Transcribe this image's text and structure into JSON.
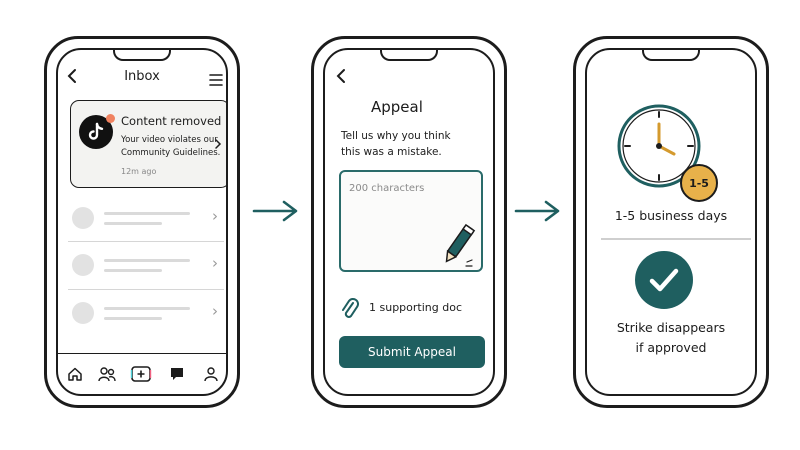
{
  "colors": {
    "accent": "#1f5f60",
    "badge": "#e8b14a",
    "notification_dot": "#f08260"
  },
  "inbox": {
    "title": "Inbox",
    "back_icon": "chevron-left-icon",
    "menu_icon": "hamburger-icon",
    "notification": {
      "app_icon": "tiktok-icon",
      "title": "Content removed",
      "body_line1": "Your video violates our",
      "body_line2": "Community Guidelines.",
      "time": "12m ago"
    },
    "nav_icons": [
      "home-icon",
      "friends-icon",
      "create-icon",
      "messages-icon",
      "profile-icon"
    ]
  },
  "appeal": {
    "title": "Appeal",
    "prompt_line1": "Tell us why you think",
    "prompt_line2": "this was a mistake.",
    "placeholder": "200 characters",
    "attachment": "1 supporting doc",
    "submit_label": "Submit Appeal"
  },
  "result": {
    "badge": "1-5",
    "timeframe": "1-5 business days",
    "outcome_line1": "Strike disappears",
    "outcome_line2": "if approved"
  }
}
